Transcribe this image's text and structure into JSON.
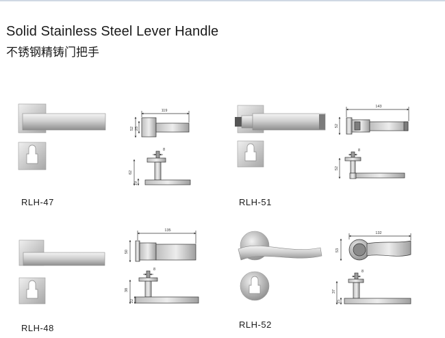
{
  "title_en": "Solid Stainless Steel Lever Handle",
  "title_cn": "不锈钢精铸门把手",
  "products": [
    {
      "model": "RLH-47",
      "dims": {
        "length": "119",
        "rose_height": "52",
        "rose_inner": "25",
        "spindle": "8",
        "projection": "62",
        "offset": "19"
      }
    },
    {
      "model": "RLH-51",
      "dims": {
        "length": "143",
        "rose_height": "52",
        "spindle": "8",
        "projection": "52"
      }
    },
    {
      "model": "RLH-48",
      "dims": {
        "length": "135",
        "rose_height": "50",
        "spindle": "8",
        "projection": "38",
        "offset": "22"
      }
    },
    {
      "model": "RLH-52",
      "dims": {
        "length": "132",
        "rose_height": "53",
        "spindle": "8",
        "projection": "37",
        "offset": "15"
      }
    }
  ],
  "colors": {
    "steel_light": "#e6e6e6",
    "steel_mid": "#b9b9b9",
    "steel_dark": "#6f6f6f",
    "line": "#333333"
  }
}
